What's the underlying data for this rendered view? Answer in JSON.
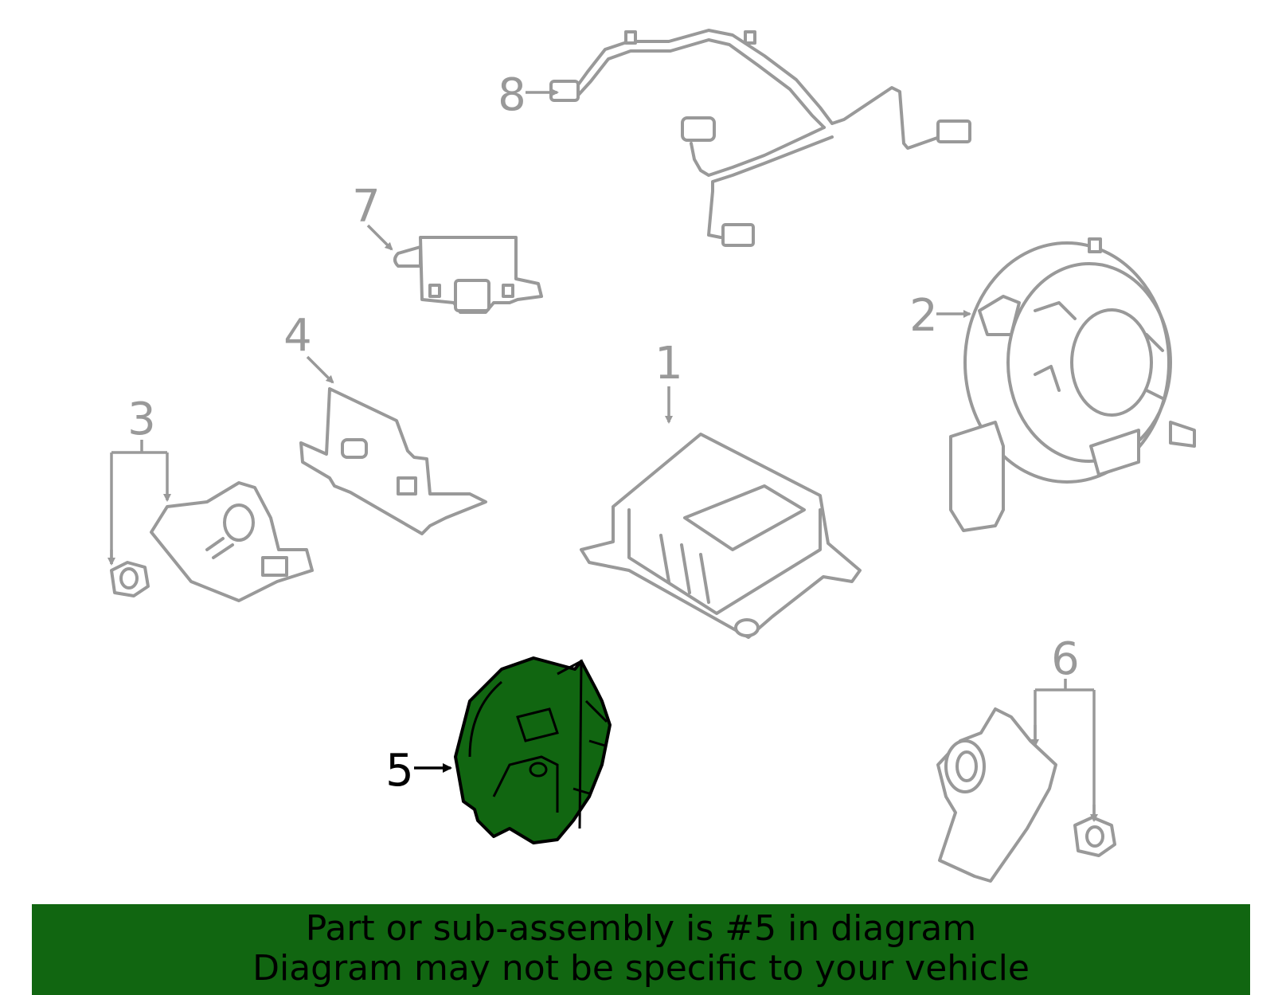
{
  "diagram": {
    "highlight_color": "#116611",
    "line_color": "#999999",
    "callouts": [
      {
        "id": "1",
        "label": "1"
      },
      {
        "id": "2",
        "label": "2"
      },
      {
        "id": "3",
        "label": "3"
      },
      {
        "id": "4",
        "label": "4"
      },
      {
        "id": "5",
        "label": "5",
        "highlighted": true
      },
      {
        "id": "6",
        "label": "6"
      },
      {
        "id": "7",
        "label": "7"
      },
      {
        "id": "8",
        "label": "8"
      }
    ]
  },
  "banner": {
    "background": "#116611",
    "line1": "Part or sub-assembly is #5 in diagram",
    "line2": "Diagram may not be specific to your vehicle"
  }
}
